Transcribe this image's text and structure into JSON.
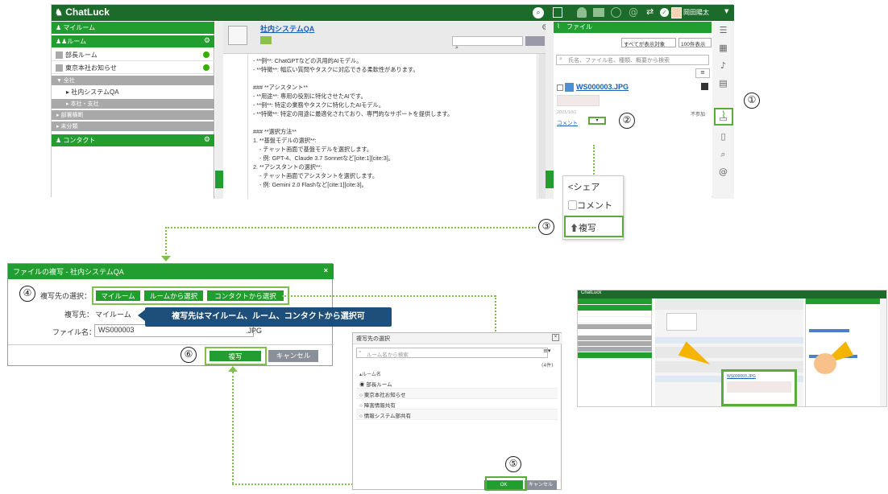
{
  "app": {
    "logo": "ChatLuck",
    "user": "岡田陽太",
    "nav": {
      "my_room": "マイルーム",
      "rooms_header": "ルーム",
      "rooms": [
        "部長ルーム",
        "東京本社お知らせ"
      ],
      "group_all": "全社",
      "room_active": "社内システムQA",
      "group_hq": "本社・支社",
      "group_dept": "部署横断",
      "group_unclassified": "未分類",
      "contacts": "コンタクト"
    },
    "chat": {
      "room_name": "社内システムQA",
      "lines": [
        "- **例**: ChatGPTなどの汎用的AIモデル。",
        "- **特徴**: 幅広い質問やタスクに対応できる柔軟性があります。",
        "",
        "### **アシスタント**",
        "- **用途**: 専用の役割に特化させたAIです。",
        "- **例**: 特定の業務やタスクに特化したAIモデル。",
        "- **特徴**: 特定の用途に最適化されており、専門的なサポートを提供します。",
        "",
        "### **選択方法**",
        "1. **基盤モデルの選択**:",
        "   - チャット画面で基盤モデルを選択します。",
        "   - 例: GPT-4、Claude 3.7 Sonnetなど[cite:1][cite:3]。",
        "2. **アシスタントの選択**:",
        "   - チャット画面でアシスタントを選択します。",
        "   - 例: Gemini 2.0 Flashなど[cite:1][cite:3]。"
      ]
    },
    "files": {
      "title": "ファイル",
      "filter_target": "すべてが表示対象",
      "per_page": "100件表示",
      "search_placeholder": "氏名、ファイル名、種類、概要から検索",
      "file_name": "WS000003.JPG",
      "meta": "2021/10/1",
      "comment_link": "コメント",
      "unread": "不参加"
    }
  },
  "context_menu": {
    "share": "シェア",
    "comment": "コメント",
    "copy": "複写"
  },
  "steps": [
    "①",
    "②",
    "③",
    "④",
    "⑤",
    "⑥"
  ],
  "copy_dialog": {
    "title": "ファイルの複写 - 社内システムQA",
    "dest_select_label": "複写先の選択：",
    "btn_my_room": "マイルーム",
    "btn_from_room": "ルームから選択",
    "btn_from_contact": "コンタクトから選択",
    "dest_label": "複写先：",
    "dest_value": "マイルーム",
    "filename_label": "ファイル名：",
    "filename_value": "WS000003",
    "ext": ".JPG",
    "copy_btn": "複写",
    "cancel_btn": "キャンセル",
    "close": "×"
  },
  "tooltip": "複写先はマイルーム、ルーム、コンタクトから選択可",
  "dest_dialog": {
    "title": "複写先の選択",
    "search_placeholder": "ルーム名から検索",
    "count": "(4件)",
    "column": "ルーム名",
    "rooms": [
      "部長ルーム",
      "東京本社お知らせ",
      "障害情報共有",
      "情報システム部共有"
    ],
    "selected_index": 0,
    "ok": "OK",
    "cancel": "キャンセル"
  },
  "mini": {
    "logo": "ChatLuck",
    "file_name": "WS000003.JPG"
  }
}
